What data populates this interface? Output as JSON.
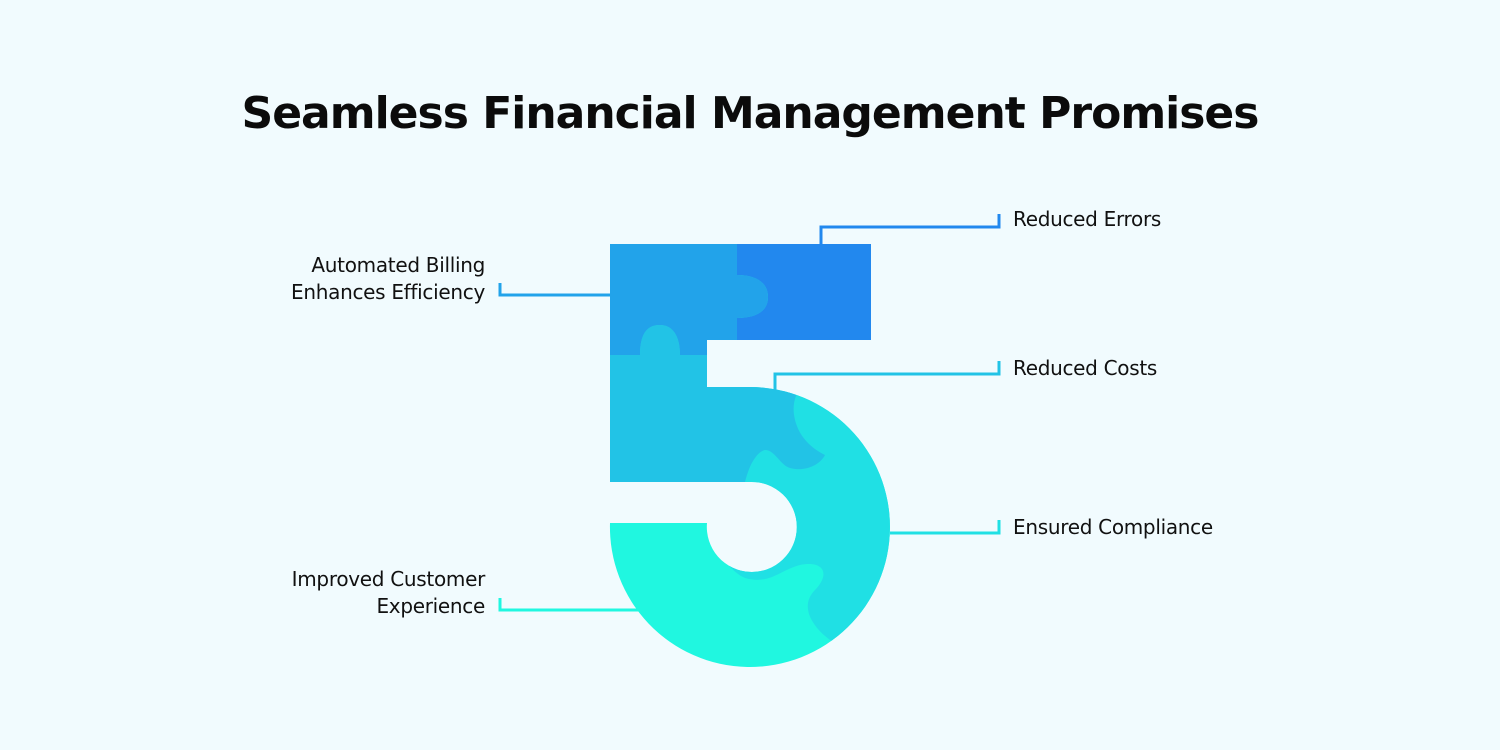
{
  "title": "Seamless Financial Management Promises",
  "figure": {
    "number_shape": "5",
    "pieces": [
      {
        "id": "top-left",
        "color": "#22a3ea"
      },
      {
        "id": "top-right",
        "color": "#2288ee"
      },
      {
        "id": "middle",
        "color": "#22c3e6"
      },
      {
        "id": "bowl-right",
        "color": "#20e0e4"
      },
      {
        "id": "bowl-bottom",
        "color": "#20f7e0"
      }
    ]
  },
  "labels": {
    "automated_billing": {
      "line1": "Automated Billing",
      "line2": "Enhances Efficiency",
      "color": "#22a3ea"
    },
    "reduced_errors": {
      "text": "Reduced Errors",
      "color": "#2288ee"
    },
    "reduced_costs": {
      "text": "Reduced Costs",
      "color": "#22c3e6"
    },
    "ensured_compliance": {
      "text": "Ensured Compliance",
      "color": "#20e0e4"
    },
    "improved_cx": {
      "line1": "Improved Customer",
      "line2": "Experience",
      "color": "#20f7e0"
    }
  }
}
